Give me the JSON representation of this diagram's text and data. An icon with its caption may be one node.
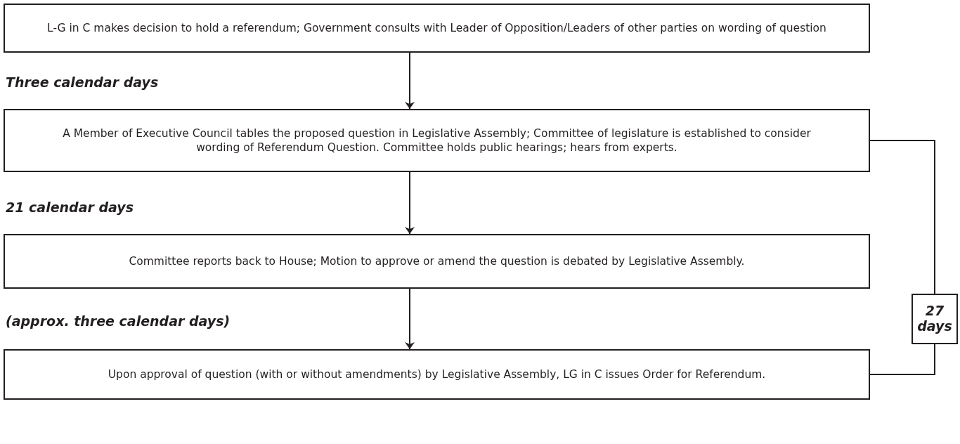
{
  "diagram": {
    "nodes": [
      {
        "text": [
          "L-G in C makes decision to hold a referendum; Government consults with Leader of Opposition/Leaders of other parties on wording of question"
        ]
      },
      {
        "text": [
          "A Member of Executive Council tables the proposed question in Legislative Assembly; Committee of legislature is established to consider wording of Referendum Question. Committee holds public hearings; hears from experts."
        ]
      },
      {
        "text": [
          "Committee reports back to House; Motion to approve or amend the question is debated by Legislative Assembly."
        ]
      },
      {
        "text": [
          "Upon approval of question (with or without amendments) by Legislative Assembly, LG in C issues Order for Referendum."
        ]
      },
      {
        "text": [
          "27 days"
        ]
      }
    ],
    "edges": [
      {
        "from": 0,
        "to": 1,
        "arrow": "to"
      },
      {
        "from": 1,
        "to": 2,
        "arrow": "to"
      },
      {
        "from": 2,
        "to": 3,
        "arrow": "to"
      },
      {
        "from": 1,
        "to": 4,
        "arrow": "none"
      },
      {
        "from": 4,
        "to": 3,
        "arrow": "none"
      }
    ],
    "labels": [
      "Three calendar days",
      "21 calendar days",
      "(approx. three calendar days)"
    ]
  }
}
